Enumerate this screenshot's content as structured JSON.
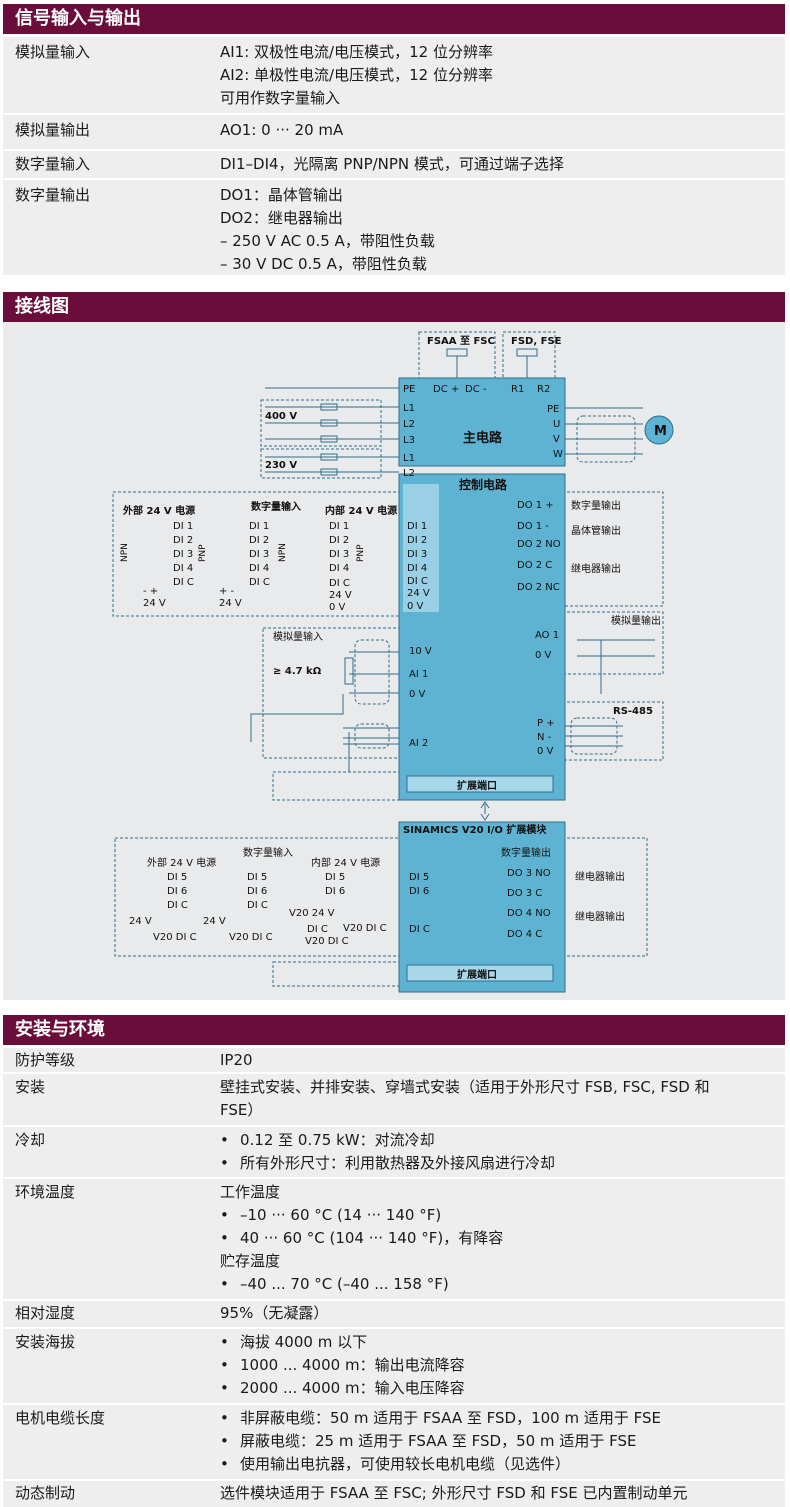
{
  "signal": {
    "title": "信号输入与输出",
    "rows": [
      {
        "label": "模拟量输入",
        "lines": [
          "AI1: 双极性电流/电压模式，12 位分辨率",
          "AI2: 单极性电流/电压模式，12 位分辨率",
          "可用作数字量输入"
        ]
      },
      {
        "label": "模拟量输出",
        "lines": [
          "AO1: 0 ··· 20 mA"
        ]
      },
      {
        "label": "数字量输入",
        "lines": [
          "DI1–DI4，光隔离 PNP/NPN 模式，可通过端子选择"
        ]
      },
      {
        "label": "数字量输出",
        "lines": [
          "DO1：晶体管输出",
          "DO2：继电器输出",
          "–  250 V AC 0.5 A，带阻性负载",
          "–  30 V DC 0.5 A，带阻性负载"
        ]
      }
    ]
  },
  "wiring": {
    "title": "接线图",
    "fsaa_fsc": "FSAA 至 FSC",
    "fsd_fse": "FSD, FSE",
    "dc_plus": "DC +",
    "dc_minus": "DC -",
    "r1": "R1",
    "r2": "R2",
    "pe": "PE",
    "l1": "L1",
    "l2": "L2",
    "l3": "L3",
    "v400": "400 V",
    "v230": "230 V",
    "main_circuit": "主电路",
    "u": "U",
    "v": "V",
    "w": "W",
    "motor": "M",
    "control_circuit": "控制电路",
    "ext_supply": "外部 24 V 电源",
    "int_supply": "内部 24 V 电源",
    "di_label": "数字量输入",
    "npn": "NPN",
    "pnp": "PNP",
    "di1": "DI 1",
    "di2": "DI 2",
    "di3": "DI 3",
    "di4": "DI 4",
    "dic": "DI C",
    "v24": "24 V",
    "v0": "0 V",
    "pm": "-  +",
    "pm2": "+  -",
    "do_label": "数字量输出",
    "do1p": "DO 1 +",
    "do1m": "DO 1 -",
    "transistor_out": "晶体管输出",
    "do2no": "DO 2 NO",
    "do2c": "DO 2 C",
    "do2nc": "DO 2 NC",
    "relay_out": "继电器输出",
    "ai_label": "模拟量输入",
    "v10": "10 V",
    "ai1": "AI 1",
    "ai2": "AI 2",
    "ohm": "≥ 4.7 kΩ",
    "ao_label": "模拟量输出",
    "ao1": "AO 1",
    "rs485": "RS-485",
    "pplus": "P +",
    "nminus": "N -",
    "ext_port": "扩展端口",
    "io_module": "SINAMICS V20 I/O 扩展模块",
    "di5": "DI 5",
    "di6": "DI 6",
    "v20_24": "V20 24 V",
    "v20_dic": "V20 DI C",
    "do3no": "DO  3 NO",
    "do3c": "DO  3 C",
    "do4no": "DO 4 NO",
    "do4c": "DO 4 C"
  },
  "env": {
    "title": "安装与环境",
    "rows": [
      {
        "label": "防护等级",
        "lines": [
          "IP20"
        ]
      },
      {
        "label": "安装",
        "lines": [
          "壁挂式安装、并排安装、穿墙式安装（适用于外形尺寸 FSB, FSC, FSD 和",
          "FSE）"
        ]
      },
      {
        "label": "冷却",
        "bullets": [
          "0.12 至 0.75 kW：对流冷却",
          "所有外形尺寸：利用散热器及外接风扇进行冷却"
        ]
      },
      {
        "label": "环境温度",
        "mixed": [
          {
            "t": "工作温度"
          },
          {
            "b": "–10 ··· 60 °C (14 ··· 140 °F)"
          },
          {
            "b": "40 ··· 60 °C (104 ··· 140 °F)，有降容"
          },
          {
            "t": "贮存温度"
          },
          {
            "b": "–40 ... 70 °C (–40 ... 158 °F)"
          }
        ]
      },
      {
        "label": "相对湿度",
        "lines": [
          "95%（无凝露）"
        ]
      },
      {
        "label": "安装海拔",
        "bullets": [
          "海拔 4000 m 以下",
          "1000 ... 4000 m：输出电流降容",
          "2000 ... 4000 m：输入电压降容"
        ]
      },
      {
        "label": "电机电缆长度",
        "bullets": [
          "非屏蔽电缆：50 m 适用于 FSAA 至 FSD，100 m 适用于 FSE",
          "屏蔽电缆：25 m 适用于 FSAA 至 FSD，50 m 适用于 FSE",
          "使用输出电抗器，可使用较长电机电缆（见选件）"
        ]
      },
      {
        "label": "动态制动",
        "lines": [
          "选件模块适用于 FSAA 至 FSC; 外形尺寸 FSD 和 FSE 已内置制动单元"
        ]
      }
    ]
  }
}
